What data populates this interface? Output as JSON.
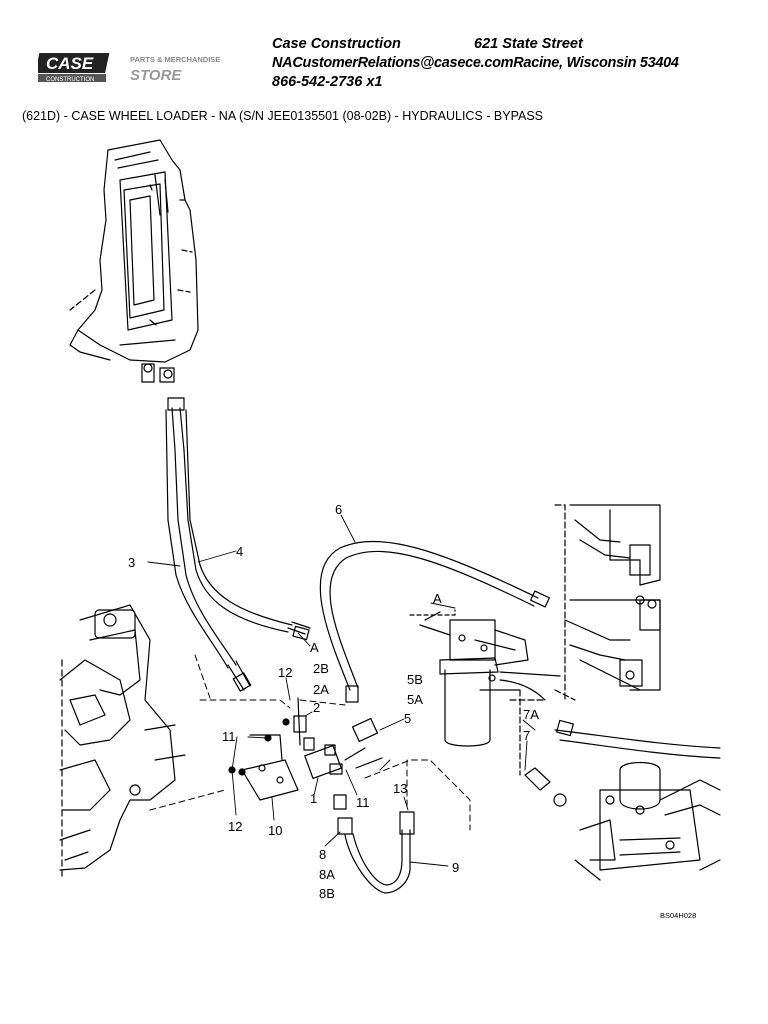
{
  "header": {
    "logo_text": "CASE",
    "logo_subtext": "CONSTRUCTION",
    "store_line1": "PARTS & MERCHANDISE",
    "store_line2": "STORE",
    "company": "Case Construction",
    "street": "621 State Street",
    "email_city": "NACustomerRelations@casece.comRacine, Wisconsin 53404",
    "phone": "866-542-2736 x1"
  },
  "subtitle": "(621D) - CASE WHEEL LOADER - NA (S/N JEE0135501 (08-02B) - HYDRAULICS - BYPASS",
  "callouts": {
    "c3": "3",
    "c4": "4",
    "c6": "6",
    "cA1": "A",
    "cA2": "A",
    "c12a": "12",
    "c2B": "2B",
    "c2A": "2A",
    "c2": "2",
    "c5B": "5B",
    "c5A": "5A",
    "c5": "5",
    "c7A": "7A",
    "c7": "7",
    "c11a": "11",
    "c11b": "11",
    "c12b": "12",
    "c10": "10",
    "c1": "1",
    "c13": "13",
    "c8": "8",
    "c8A": "8A",
    "c8B": "8B",
    "c9": "9"
  },
  "drawing_code": "BS04H028"
}
